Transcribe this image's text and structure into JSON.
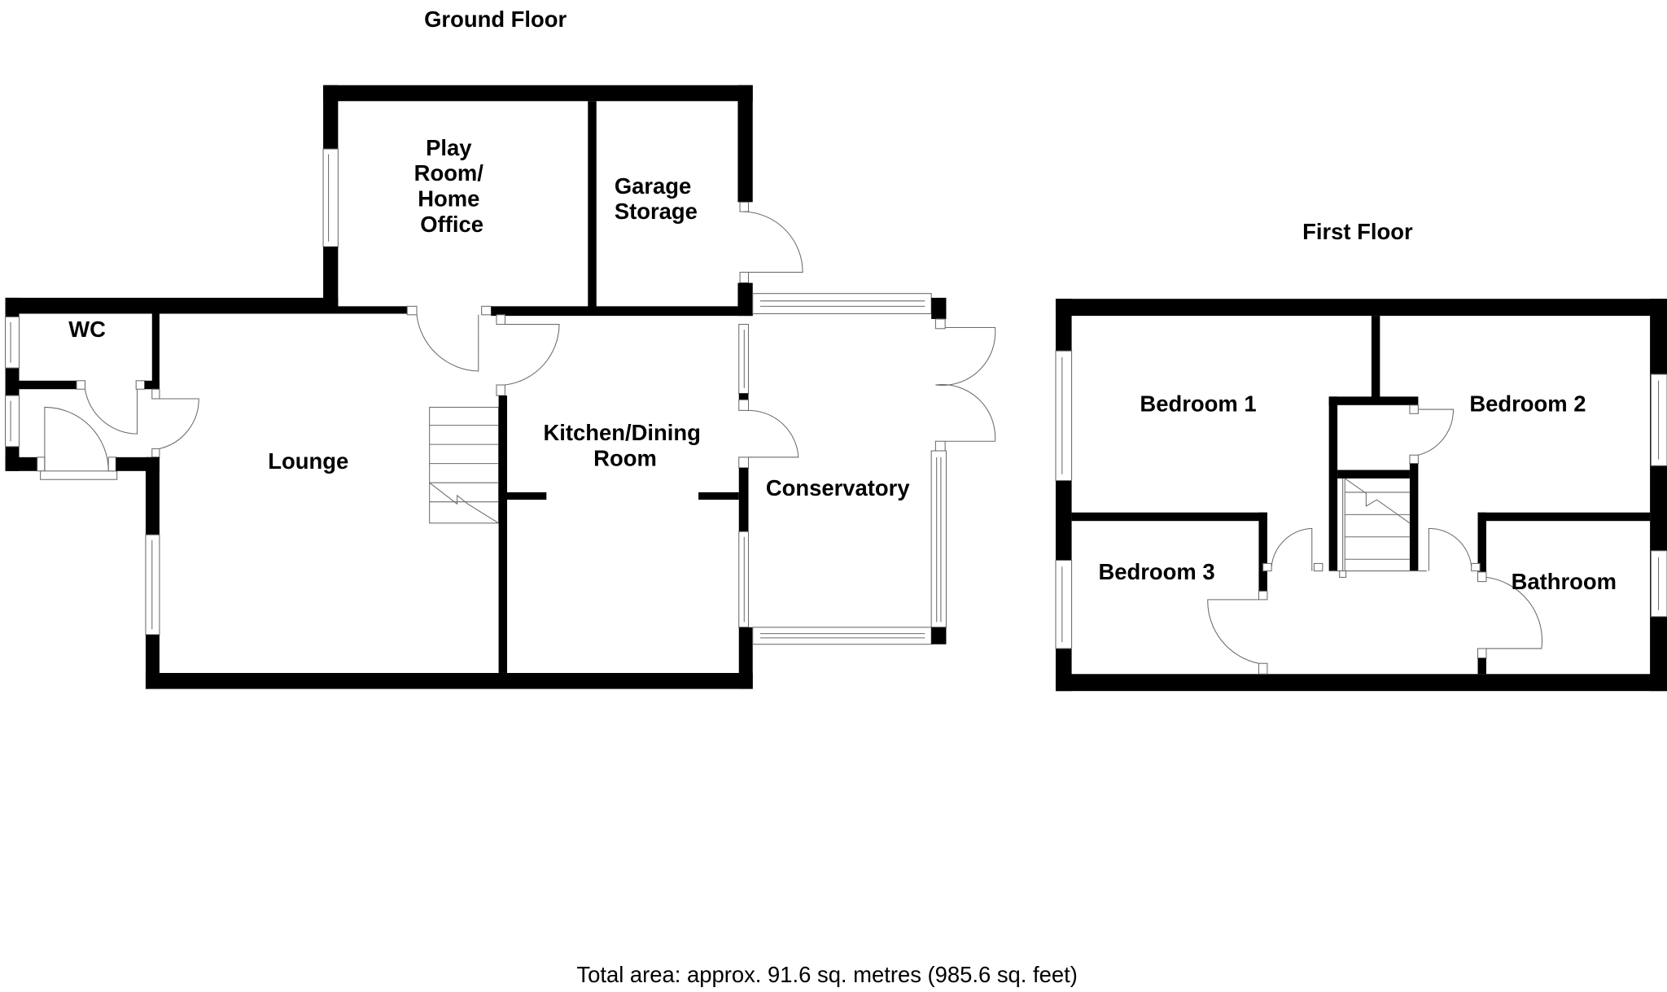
{
  "floors": {
    "ground": {
      "title": "Ground Floor",
      "rooms": {
        "play_room": [
          "Play",
          "Room/",
          "Home",
          "Office"
        ],
        "garage": [
          "Garage",
          "Storage"
        ],
        "wc": "WC",
        "lounge": "Lounge",
        "kitchen": [
          "Kitchen/Dining",
          "Room"
        ],
        "conservatory": "Conservatory"
      }
    },
    "first": {
      "title": "First Floor",
      "rooms": {
        "bedroom1": "Bedroom 1",
        "bedroom2": "Bedroom 2",
        "bedroom3": "Bedroom 3",
        "bathroom": "Bathroom"
      }
    }
  },
  "footer": {
    "total_area": "Total area: approx. 91.6 sq. metres (985.6 sq. feet)"
  },
  "colors": {
    "wall": "#000000",
    "fixture_line": "#6b6b6b",
    "background": "#ffffff"
  }
}
